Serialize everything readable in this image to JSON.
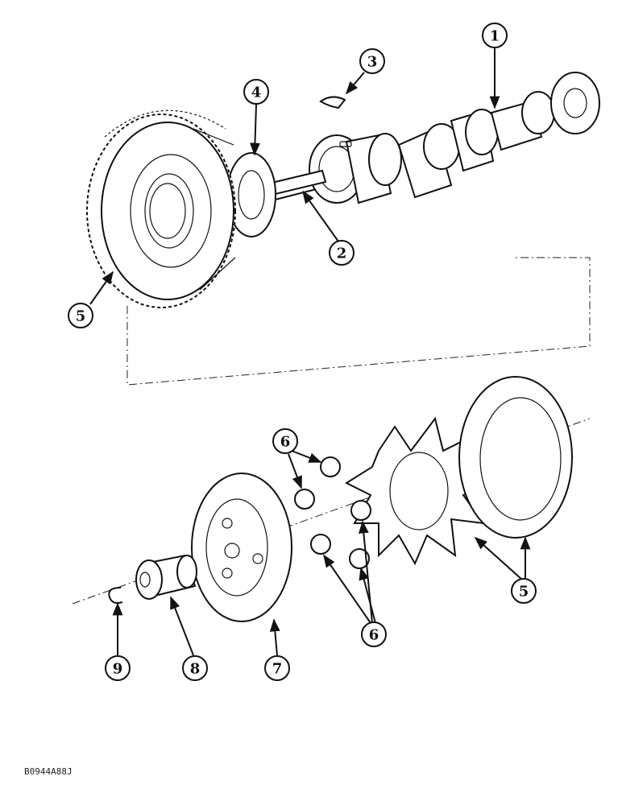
{
  "callouts": {
    "c1": "1",
    "c2": "2",
    "c3": "3",
    "c4": "4",
    "c5a": "5",
    "c5b": "5",
    "c6a": "6",
    "c6b": "6",
    "c7": "7",
    "c8": "8",
    "c9": "9"
  },
  "reference_code": "B0944A88J"
}
